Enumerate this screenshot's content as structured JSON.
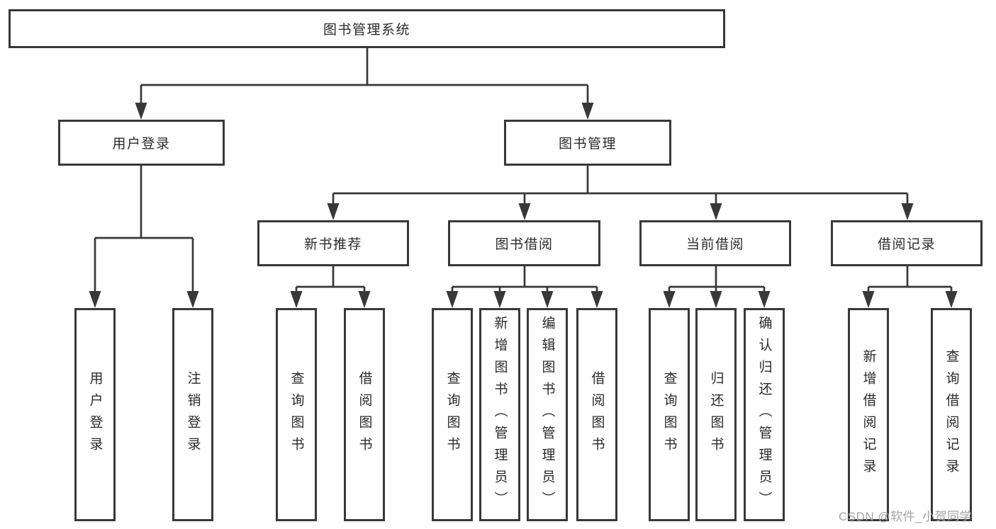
{
  "diagram": {
    "type": "tree",
    "title": "图书管理系统",
    "root": {
      "label": "图书管理系统",
      "children": [
        {
          "label": "用户登录",
          "children": [
            {
              "label": "用户登录"
            },
            {
              "label": "注销登录"
            }
          ]
        },
        {
          "label": "图书管理",
          "children": [
            {
              "label": "新书推荐",
              "children": [
                {
                  "label": "查询图书"
                },
                {
                  "label": "借阅图书"
                }
              ]
            },
            {
              "label": "图书借阅",
              "children": [
                {
                  "label": "查询图书"
                },
                {
                  "label": "新增图书（管理员）"
                },
                {
                  "label": "编辑图书（管理员）"
                },
                {
                  "label": "借阅图书"
                }
              ]
            },
            {
              "label": "当前借阅",
              "children": [
                {
                  "label": "查询图书"
                },
                {
                  "label": "归还图书"
                },
                {
                  "label": "确认归还（管理员）"
                }
              ]
            },
            {
              "label": "借阅记录",
              "children": [
                {
                  "label": "新增借阅记录"
                },
                {
                  "label": "查询借阅记录"
                }
              ]
            }
          ]
        }
      ]
    },
    "colors": {
      "line": "#383838",
      "text": "#2a2a2a",
      "background": "#ffffff"
    }
  },
  "watermark": {
    "text": "CSDN @软件_小贺同学",
    "color": "#a3a3a3"
  }
}
